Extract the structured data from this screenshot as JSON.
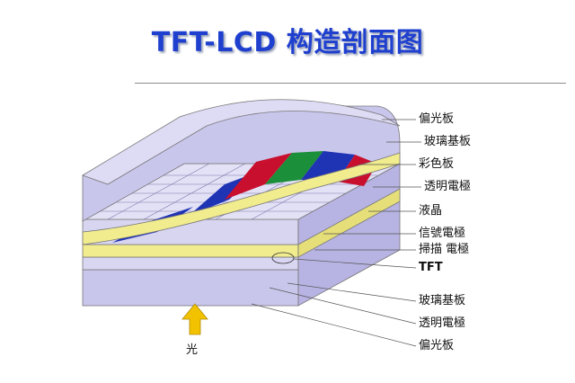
{
  "title": "TFT-LCD 构造剖面图",
  "labels": {
    "polarizer_top": "偏光板",
    "glass_top": "玻璃基板",
    "color_filter": "彩色板",
    "transparent_electrode_top": "透明電極",
    "liquid_crystal": "液晶",
    "signal_electrode": "信號電極",
    "scan_electrode": "掃描 電極",
    "tft": "TFT",
    "glass_bottom": "玻璃基板",
    "transparent_electrode_bottom": "透明電極",
    "polarizer_bottom": "偏光板"
  },
  "light_label": "光",
  "colors": {
    "title": "#1f3fcf",
    "layer_lavender": "#c9c6ec",
    "layer_yellow": "#f1ec8e",
    "filter_red": "#c8102e",
    "filter_green": "#1b8f3a",
    "filter_blue": "#1f33b5",
    "arrow": "#f2c200"
  }
}
